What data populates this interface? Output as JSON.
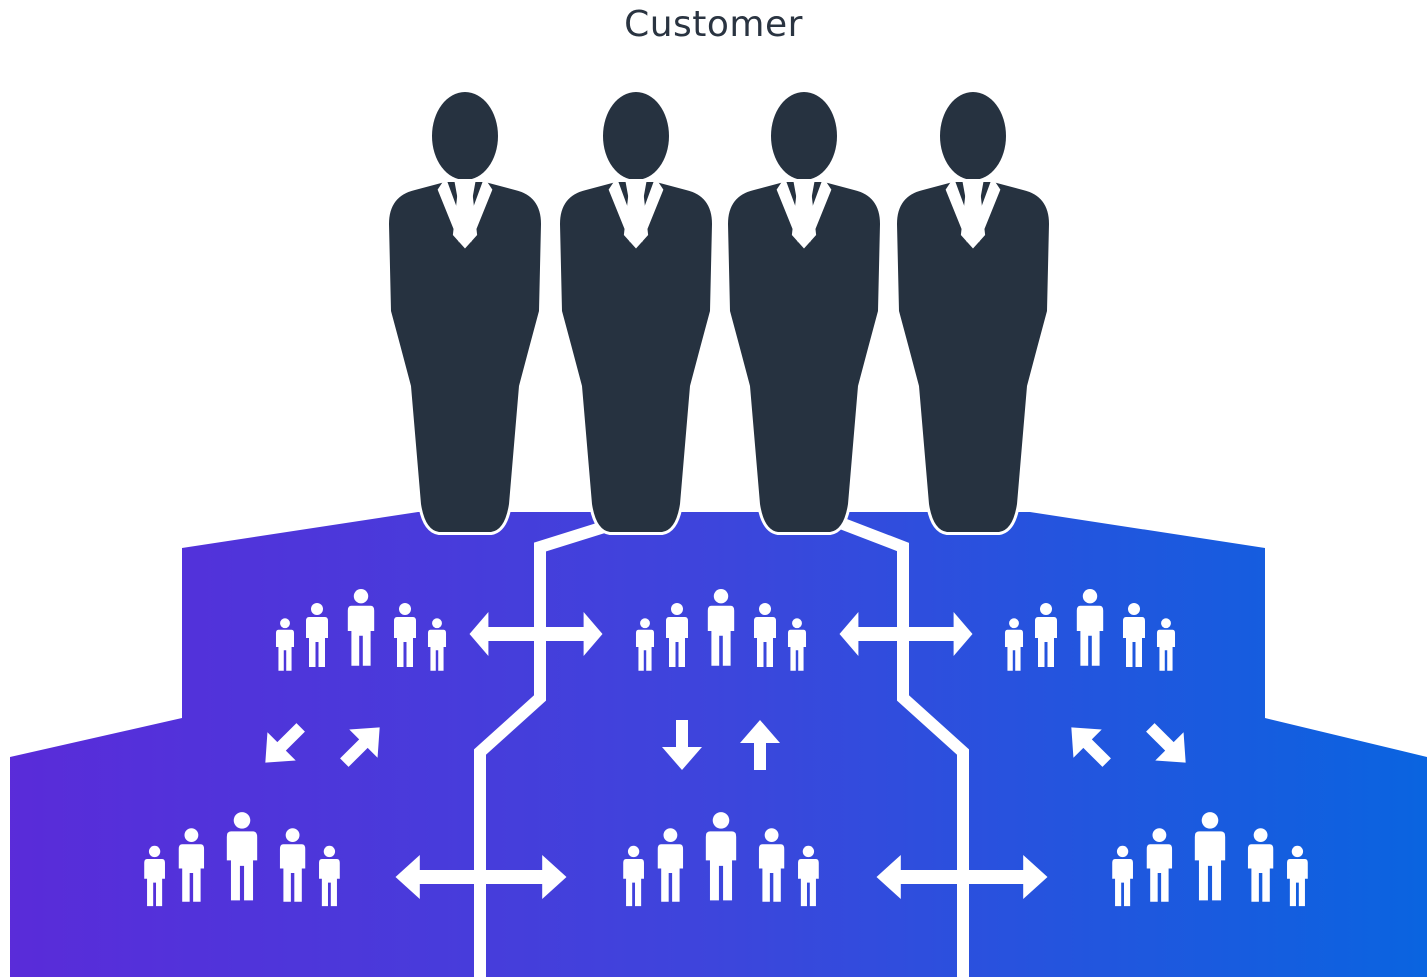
{
  "title": "Customer",
  "colors": {
    "gradient_start": "#5a2bd9",
    "gradient_mid": "#3d45dc",
    "gradient_end": "#0a64e0",
    "figure": "#263240",
    "icon": "#ffffff",
    "divider": "#ffffff"
  },
  "customers": {
    "count": 4,
    "icon": "businessman-icon"
  },
  "teams": [
    {
      "id": "top-left",
      "icon": "team-group-icon"
    },
    {
      "id": "top-center",
      "icon": "team-group-icon"
    },
    {
      "id": "top-right",
      "icon": "team-group-icon"
    },
    {
      "id": "bottom-left",
      "icon": "team-group-icon"
    },
    {
      "id": "bottom-center",
      "icon": "team-group-icon"
    },
    {
      "id": "bottom-right",
      "icon": "team-group-icon"
    }
  ],
  "connectors": [
    {
      "id": "top-left-center",
      "icon": "double-arrow-horizontal-icon"
    },
    {
      "id": "top-center-right",
      "icon": "double-arrow-horizontal-icon"
    },
    {
      "id": "bottom-left-center",
      "icon": "double-arrow-horizontal-icon"
    },
    {
      "id": "bottom-center-right",
      "icon": "double-arrow-horizontal-icon"
    },
    {
      "id": "left-vertical",
      "icon": "diagonal-arrows-icon"
    },
    {
      "id": "center-vertical",
      "icon": "vertical-arrows-icon"
    },
    {
      "id": "right-vertical",
      "icon": "diagonal-arrows-icon"
    }
  ]
}
